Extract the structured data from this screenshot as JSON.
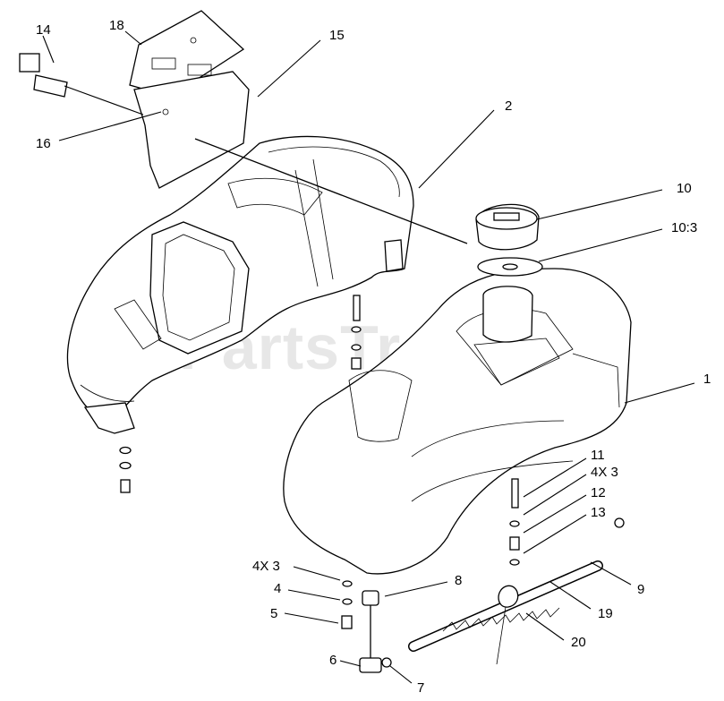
{
  "watermark": "PartsTree",
  "callouts": {
    "c14": "14",
    "c18": "18",
    "c15": "15",
    "c2": "2",
    "c16": "16",
    "c10": "10",
    "c10_3": "10:3",
    "c1": "1",
    "c11": "11",
    "c4x3_right": "4X 3",
    "c12": "12",
    "c13": "13",
    "c9": "9",
    "c19": "19",
    "c20": "20",
    "c4x3_left": "4X 3",
    "c4": "4",
    "c5": "5",
    "c8": "8",
    "c6": "6",
    "c7": "7"
  }
}
